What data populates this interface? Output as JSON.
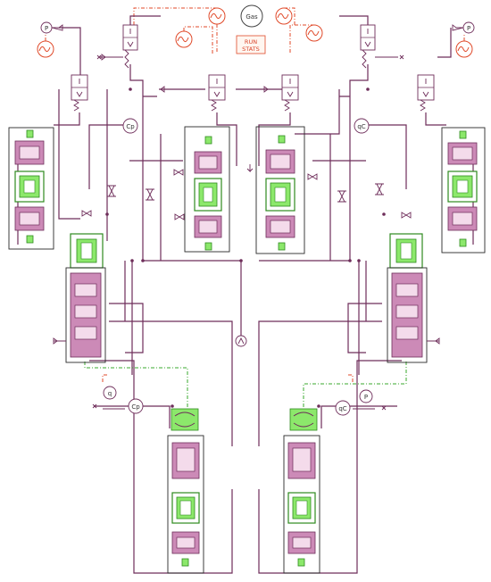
{
  "gas_label": "Gas",
  "run_stats_line1": "RUN",
  "run_stats_line2": "STATS",
  "sensor_labels": {
    "cp": "Cp",
    "qc": "qC",
    "q": "q",
    "p": "P"
  },
  "pressure_source_labels": {
    "left": "P",
    "right": "P"
  },
  "colors": {
    "pipe": "#6e2d5a",
    "chamber": "#cc8ab7",
    "piston": "#8ce86b",
    "signal": "#e04a2a",
    "control": "#39a82e"
  }
}
